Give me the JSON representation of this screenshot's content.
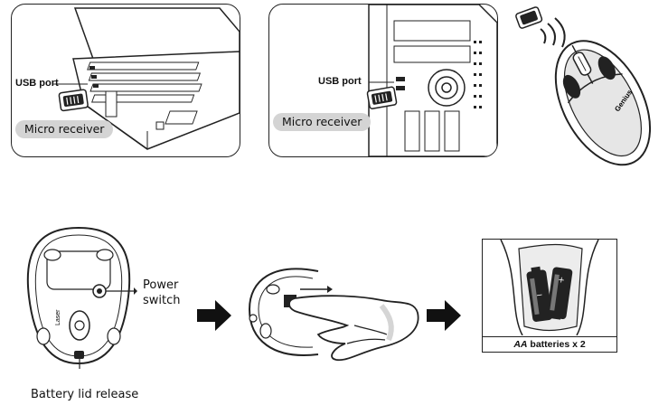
{
  "step1": {
    "laptop": {
      "port_label": "USB port",
      "receiver_label": "Micro receiver"
    },
    "desktop": {
      "port_label": "USB port",
      "receiver_label": "Micro receiver"
    },
    "mouse_brand": "Genius"
  },
  "step2": {
    "power_switch_label_line1": "Power",
    "power_switch_label_line2": "switch",
    "lid_release_label": "Battery lid release",
    "laser_text": "Laser",
    "battery_caption_bold": "AA",
    "battery_caption_rest": " batteries x 2"
  }
}
